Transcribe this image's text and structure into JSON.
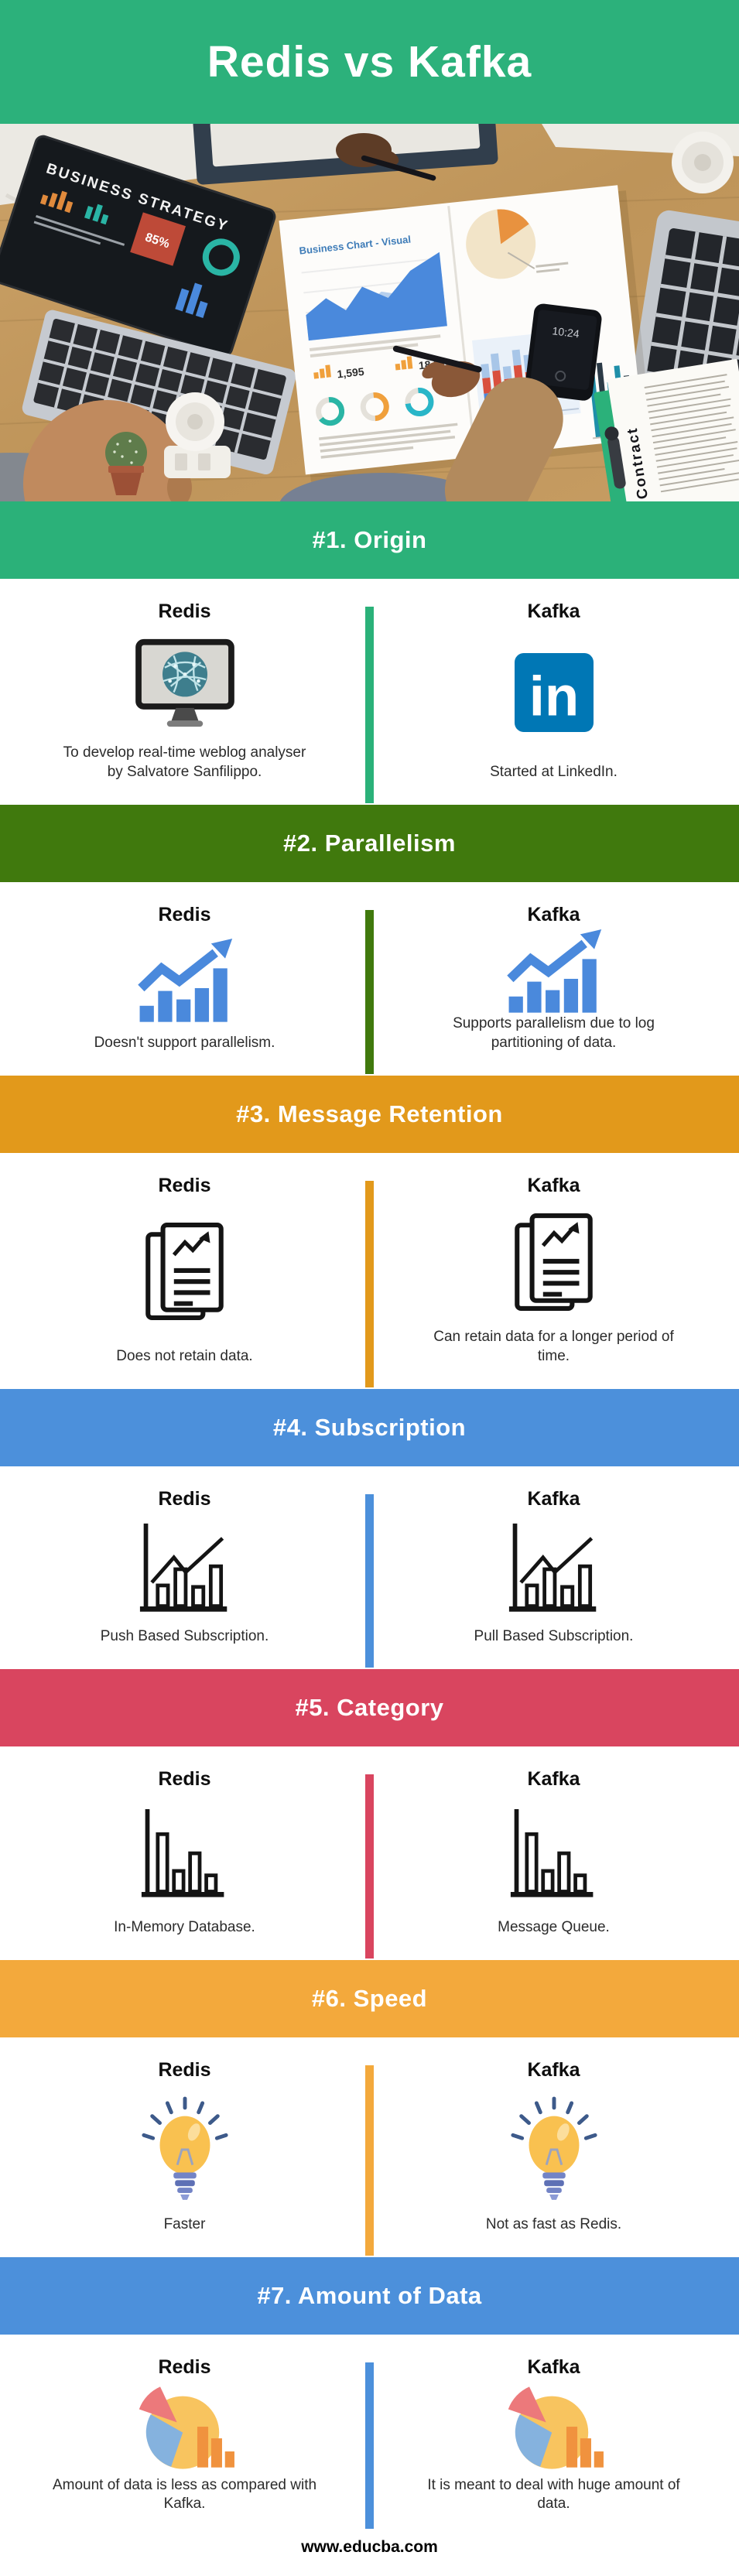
{
  "header": {
    "title": "Redis vs Kafka",
    "accent": "#2CB17B"
  },
  "photo": {
    "laptop_screen_title": "BUSINESS STRATEGY",
    "laptop_screen_badge": "85%",
    "paper_title": "Business Chart - Visual",
    "paper_metric_1": "1,595",
    "paper_metric_2": "18,321",
    "phone_time": "10:24",
    "contract_label": "Contract"
  },
  "icon_colors": {
    "linkedin_blue": "#0077B5",
    "chart_blue": "#4A89DC",
    "bulb_yellow": "#F9C150",
    "bulb_base_blue": "#7384C6",
    "pie_yellow": "#F8C45F",
    "pie_blue": "#85B2DE",
    "pie_red": "#EC797B",
    "pie_bar_orange": "#F0923E",
    "monitor_globe_teal": "#3E7E8D"
  },
  "sections": [
    {
      "title": "#1. Origin",
      "accent": "#2BB179",
      "redis": {
        "name": "Redis",
        "icon": "monitor-globe-icon",
        "desc": "To develop real-time weblog analyser by Salvatore Sanfilippo."
      },
      "kafka": {
        "name": "Kafka",
        "icon": "linkedin-icon",
        "icon_text": "in",
        "desc": "Started at LinkedIn."
      }
    },
    {
      "title": "#2. Parallelism",
      "accent": "#40790D",
      "redis": {
        "name": "Redis",
        "icon": "growth-bar-chart-icon",
        "desc": "Doesn't support parallelism."
      },
      "kafka": {
        "name": "Kafka",
        "icon": "growth-bar-chart-icon",
        "desc": "Supports parallelism due to log partitioning of data."
      }
    },
    {
      "title": "#3. Message Retention",
      "accent": "#E2991B",
      "redis": {
        "name": "Redis",
        "icon": "document-chart-icon",
        "desc": "Does not retain data."
      },
      "kafka": {
        "name": "Kafka",
        "icon": "document-chart-icon",
        "desc": "Can retain data for a longer period of time."
      }
    },
    {
      "title": "#4. Subscription",
      "accent": "#4C90DB",
      "redis": {
        "name": "Redis",
        "icon": "bar-line-chart-icon",
        "desc": "Push Based Subscription."
      },
      "kafka": {
        "name": "Kafka",
        "icon": "bar-line-chart-icon",
        "desc": "Pull Based Subscription."
      }
    },
    {
      "title": "#5. Category",
      "accent": "#D9455F",
      "redis": {
        "name": "Redis",
        "icon": "descending-bar-chart-icon",
        "desc": "In-Memory Database."
      },
      "kafka": {
        "name": "Kafka",
        "icon": "descending-bar-chart-icon",
        "desc": "Message Queue."
      }
    },
    {
      "title": "#6. Speed",
      "accent": "#F3A93C",
      "redis": {
        "name": "Redis",
        "icon": "lightbulb-icon",
        "desc": "Faster"
      },
      "kafka": {
        "name": "Kafka",
        "icon": "lightbulb-icon",
        "desc": "Not as fast as Redis."
      }
    },
    {
      "title": "#7. Amount of Data",
      "accent": "#4C90DB",
      "redis": {
        "name": "Redis",
        "icon": "pie-bar-chart-icon",
        "desc": "Amount of data is less as compared with Kafka."
      },
      "kafka": {
        "name": "Kafka",
        "icon": "pie-bar-chart-icon",
        "desc": "It is meant to deal with huge amount of data."
      }
    }
  ],
  "footer": {
    "site": "www.educba.com"
  }
}
